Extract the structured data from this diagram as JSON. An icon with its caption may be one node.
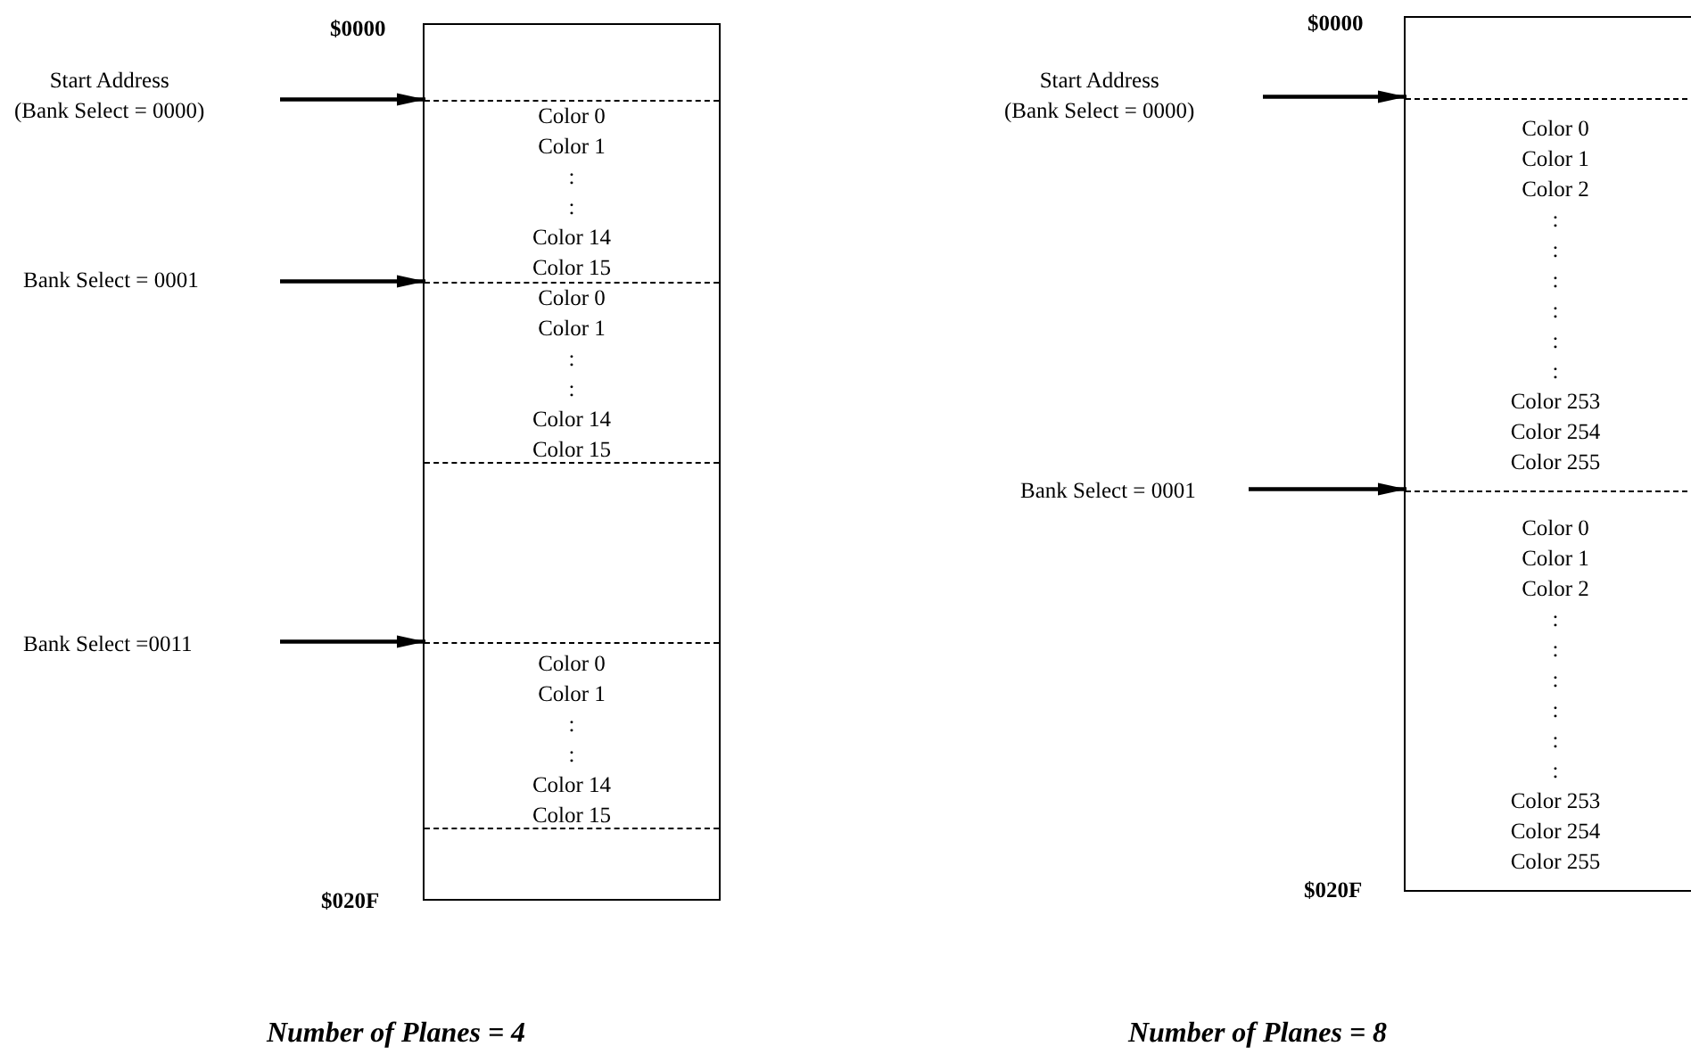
{
  "diagram": {
    "nodes": [
      {
        "text": [],
        "shape": "box",
        "beside": [
          "$0000",
          "$020F"
        ]
      },
      {
        "text": [
          "Color 0",
          "Color 1",
          ":",
          ":",
          "Color 14",
          "Color 15"
        ],
        "in": 0
      },
      {
        "text": [
          "Color 0",
          "Color 1",
          ":",
          ":",
          "Color 14",
          "Color 15"
        ],
        "in": 0
      },
      {
        "text": [
          "Color 0",
          "Color 1",
          ":",
          ":",
          "Color 14",
          "Color 15"
        ],
        "in": 0
      },
      {
        "text": [
          "Start Address",
          "(Bank Select = 0000)"
        ]
      },
      {
        "text": [
          "Bank Select = 0001"
        ]
      },
      {
        "text": [
          "Bank Select =0011"
        ]
      },
      {
        "text": [],
        "shape": "box",
        "beside": [
          "$0000",
          "$020F"
        ]
      },
      {
        "text": [
          "Color 0",
          "Color 1",
          "Color 2",
          ":",
          ":",
          ":",
          ":",
          ":",
          ":",
          "Color 253",
          "Color 254",
          "Color 255"
        ],
        "in": 7
      },
      {
        "text": [
          "Color 0",
          "Color 1",
          "Color 2",
          ":",
          ":",
          ":",
          ":",
          ":",
          ":",
          "Color 253",
          "Color 254",
          "Color 255"
        ],
        "in": 7
      },
      {
        "text": [
          "Start Address",
          "(Bank Select = 0000)"
        ]
      },
      {
        "text": [
          "Bank Select = 0001"
        ]
      }
    ],
    "edges": [
      {
        "from": 4,
        "to": 1,
        "arrow": "to"
      },
      {
        "from": 5,
        "to": 2,
        "arrow": "to"
      },
      {
        "from": 6,
        "to": 3,
        "arrow": "to"
      },
      {
        "from": 10,
        "to": 8,
        "arrow": "to"
      },
      {
        "from": 11,
        "to": 9,
        "arrow": "to"
      }
    ],
    "labels": [
      "Number of Planes = 4",
      "Number of Planes = 8"
    ]
  }
}
